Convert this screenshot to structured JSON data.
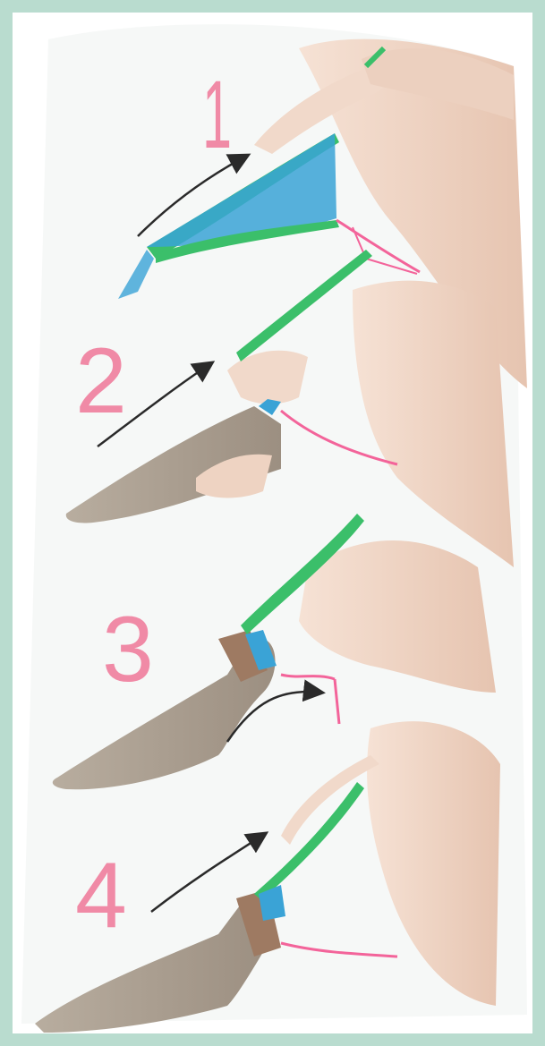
{
  "steps": [
    {
      "number": "1",
      "name": "step-1"
    },
    {
      "number": "2",
      "name": "step-2"
    },
    {
      "number": "3",
      "name": "step-3"
    },
    {
      "number": "4",
      "name": "step-4"
    }
  ],
  "colors": {
    "frame": "#b9dccf",
    "background": "#ffffff",
    "skin": "#f0d6c6",
    "skin_shadow": "#dcb7a3",
    "stocking": "#a89d92",
    "stocking_top": "#9e7a62",
    "green_band": "#3bbf6a",
    "blue_liner": "#3aa3d6",
    "pink_string": "#f3649a",
    "pink_number": "#f08aa6",
    "arrow": "#2a2a2a"
  },
  "icons": {
    "direction": "curved-arrow-icon"
  }
}
